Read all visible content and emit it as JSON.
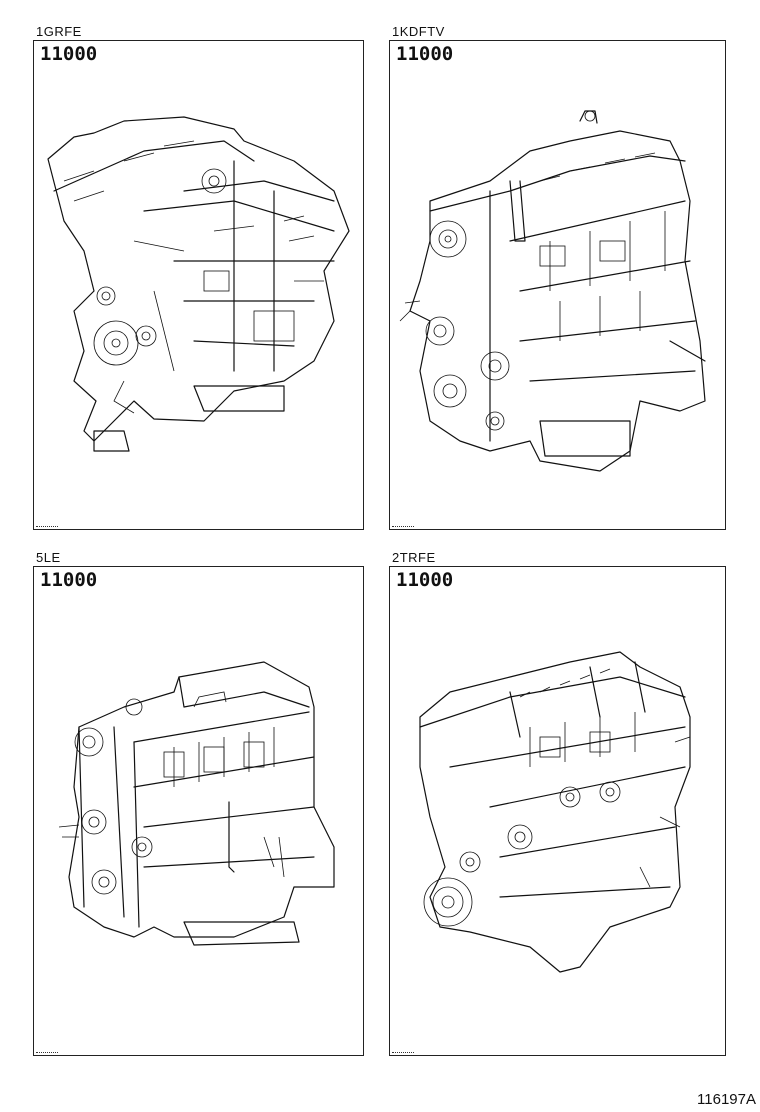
{
  "panels": [
    {
      "engine_code": "1GRFE",
      "part_number": "11000",
      "drawing": "v6-engine-illustration"
    },
    {
      "engine_code": "1KDFTV",
      "part_number": "11000",
      "drawing": "inline-diesel-engine-illustration"
    },
    {
      "engine_code": "5LE",
      "part_number": "11000",
      "drawing": "inline-diesel-engine-illustration"
    },
    {
      "engine_code": "2TRFE",
      "part_number": "11000",
      "drawing": "inline-4-engine-illustration"
    }
  ],
  "footer": {
    "illustration_id": "116197A"
  }
}
